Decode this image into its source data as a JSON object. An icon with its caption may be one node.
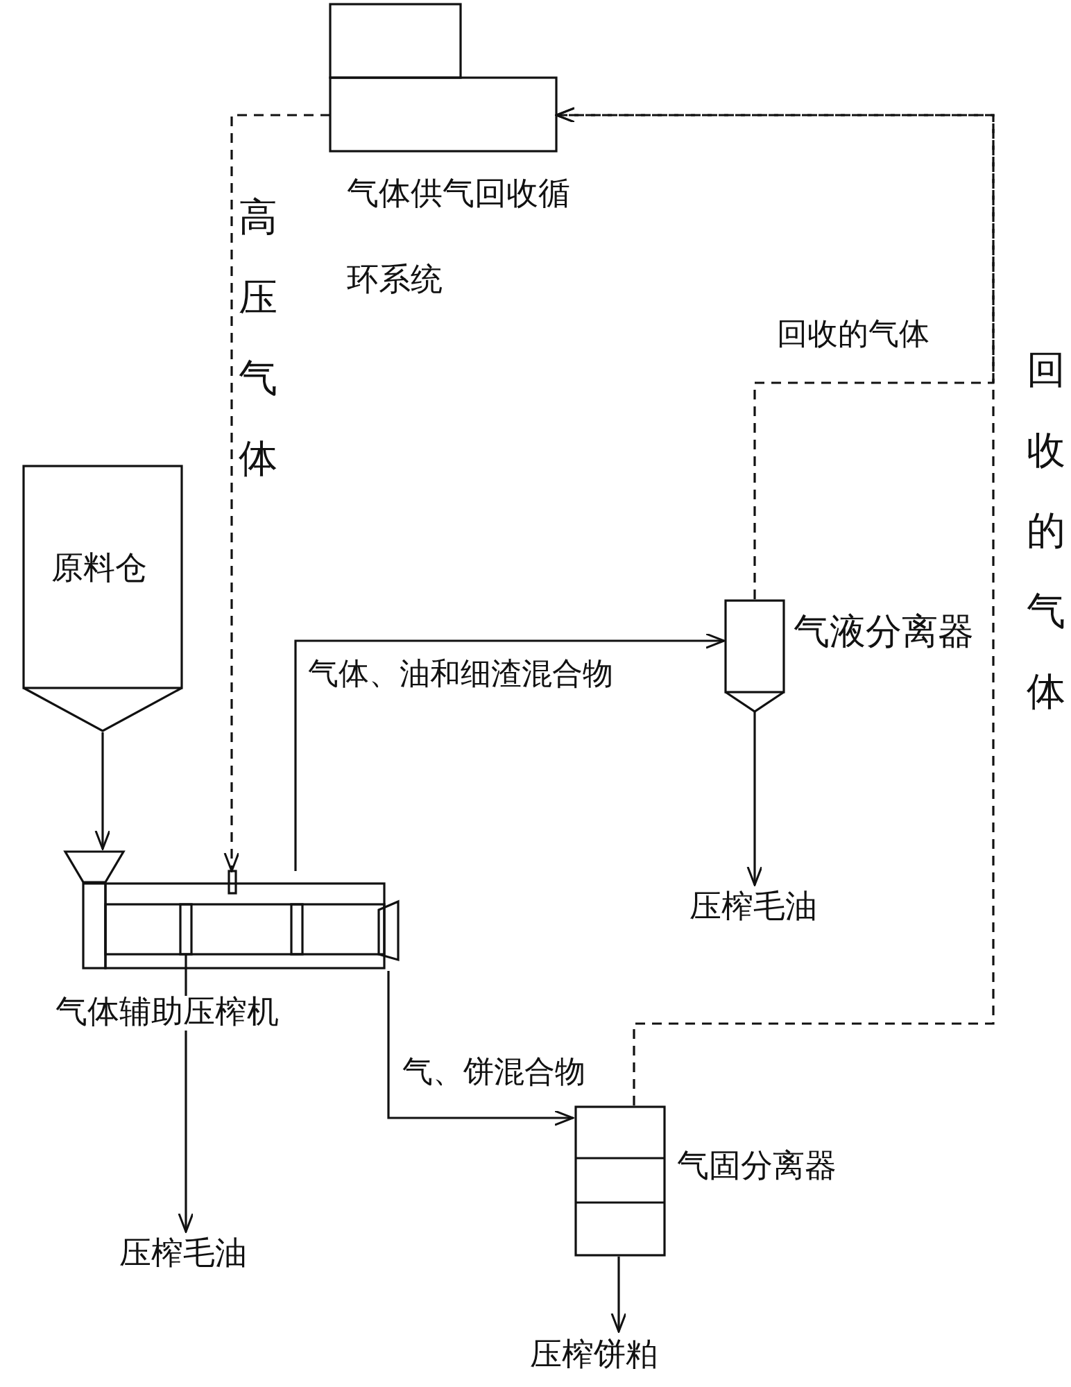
{
  "diagram": {
    "nodes": [
      {
        "text": [
          "气体供气回收循环系统"
        ]
      },
      {
        "text": [
          "原料仓"
        ]
      },
      {
        "text": [
          "气体辅助压榨机"
        ]
      },
      {
        "text": [
          "气液分离器"
        ]
      },
      {
        "text": [
          "压榨毛油"
        ]
      },
      {
        "text": [
          "气固分离器"
        ]
      },
      {
        "text": [
          "压榨毛油"
        ]
      },
      {
        "text": [
          "压榨饼粕"
        ]
      }
    ],
    "edges": [
      {
        "from": 0,
        "to": 2,
        "arrow": "to",
        "label": "高压气体",
        "style": "dashed"
      },
      {
        "from": 1,
        "to": 2,
        "arrow": "to"
      },
      {
        "from": 2,
        "to": 3,
        "arrow": "to",
        "label": "气体、油和细渣混合物"
      },
      {
        "from": 3,
        "to": 4,
        "arrow": "to"
      },
      {
        "from": 3,
        "to": 0,
        "arrow": "to",
        "label": "回收的气体",
        "style": "dashed"
      },
      {
        "from": 5,
        "to": 0,
        "arrow": "to",
        "label": "回收的气体",
        "style": "dashed"
      },
      {
        "from": 2,
        "to": 5,
        "arrow": "to",
        "label": "气、饼混合物"
      },
      {
        "from": 2,
        "to": 6,
        "arrow": "to"
      },
      {
        "from": 5,
        "to": 7,
        "arrow": "to"
      }
    ]
  }
}
